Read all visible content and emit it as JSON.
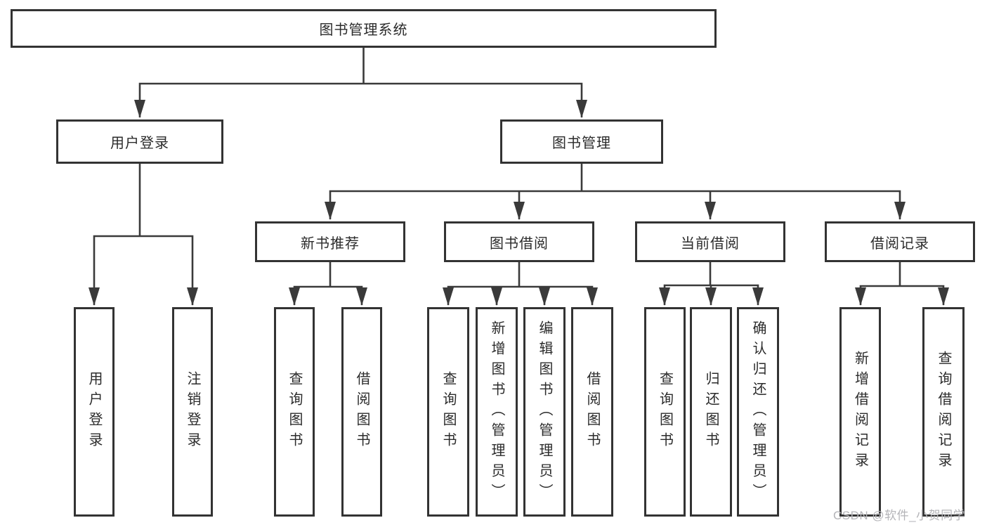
{
  "diagram": {
    "type": "hierarchy",
    "tree": {
      "label": "图书管理系统",
      "children": [
        {
          "label": "用户登录",
          "children": [
            {
              "label": "用户登录"
            },
            {
              "label": "注销登录"
            }
          ]
        },
        {
          "label": "图书管理",
          "children": [
            {
              "label": "新书推荐",
              "children": [
                {
                  "label": "查询图书"
                },
                {
                  "label": "借阅图书"
                }
              ]
            },
            {
              "label": "图书借阅",
              "children": [
                {
                  "label": "查询图书"
                },
                {
                  "label": "新增图书（管理员）"
                },
                {
                  "label": "编辑图书（管理员）"
                },
                {
                  "label": "借阅图书"
                }
              ]
            },
            {
              "label": "当前借阅",
              "children": [
                {
                  "label": "查询图书"
                },
                {
                  "label": "归还图书"
                },
                {
                  "label": "确认归还（管理员）"
                }
              ]
            },
            {
              "label": "借阅记录",
              "children": [
                {
                  "label": "新增借阅记录"
                },
                {
                  "label": "查询借阅记录"
                }
              ]
            }
          ]
        }
      ]
    }
  },
  "watermark": {
    "text": "CSDN @软件_小贺同学"
  },
  "colors": {
    "background": "#ffffff",
    "line": "#3a3a3a",
    "box_border": "#333333",
    "box_fill": "#ffffff",
    "text": "#2b2b2b",
    "watermark": "#b4b4b8"
  }
}
